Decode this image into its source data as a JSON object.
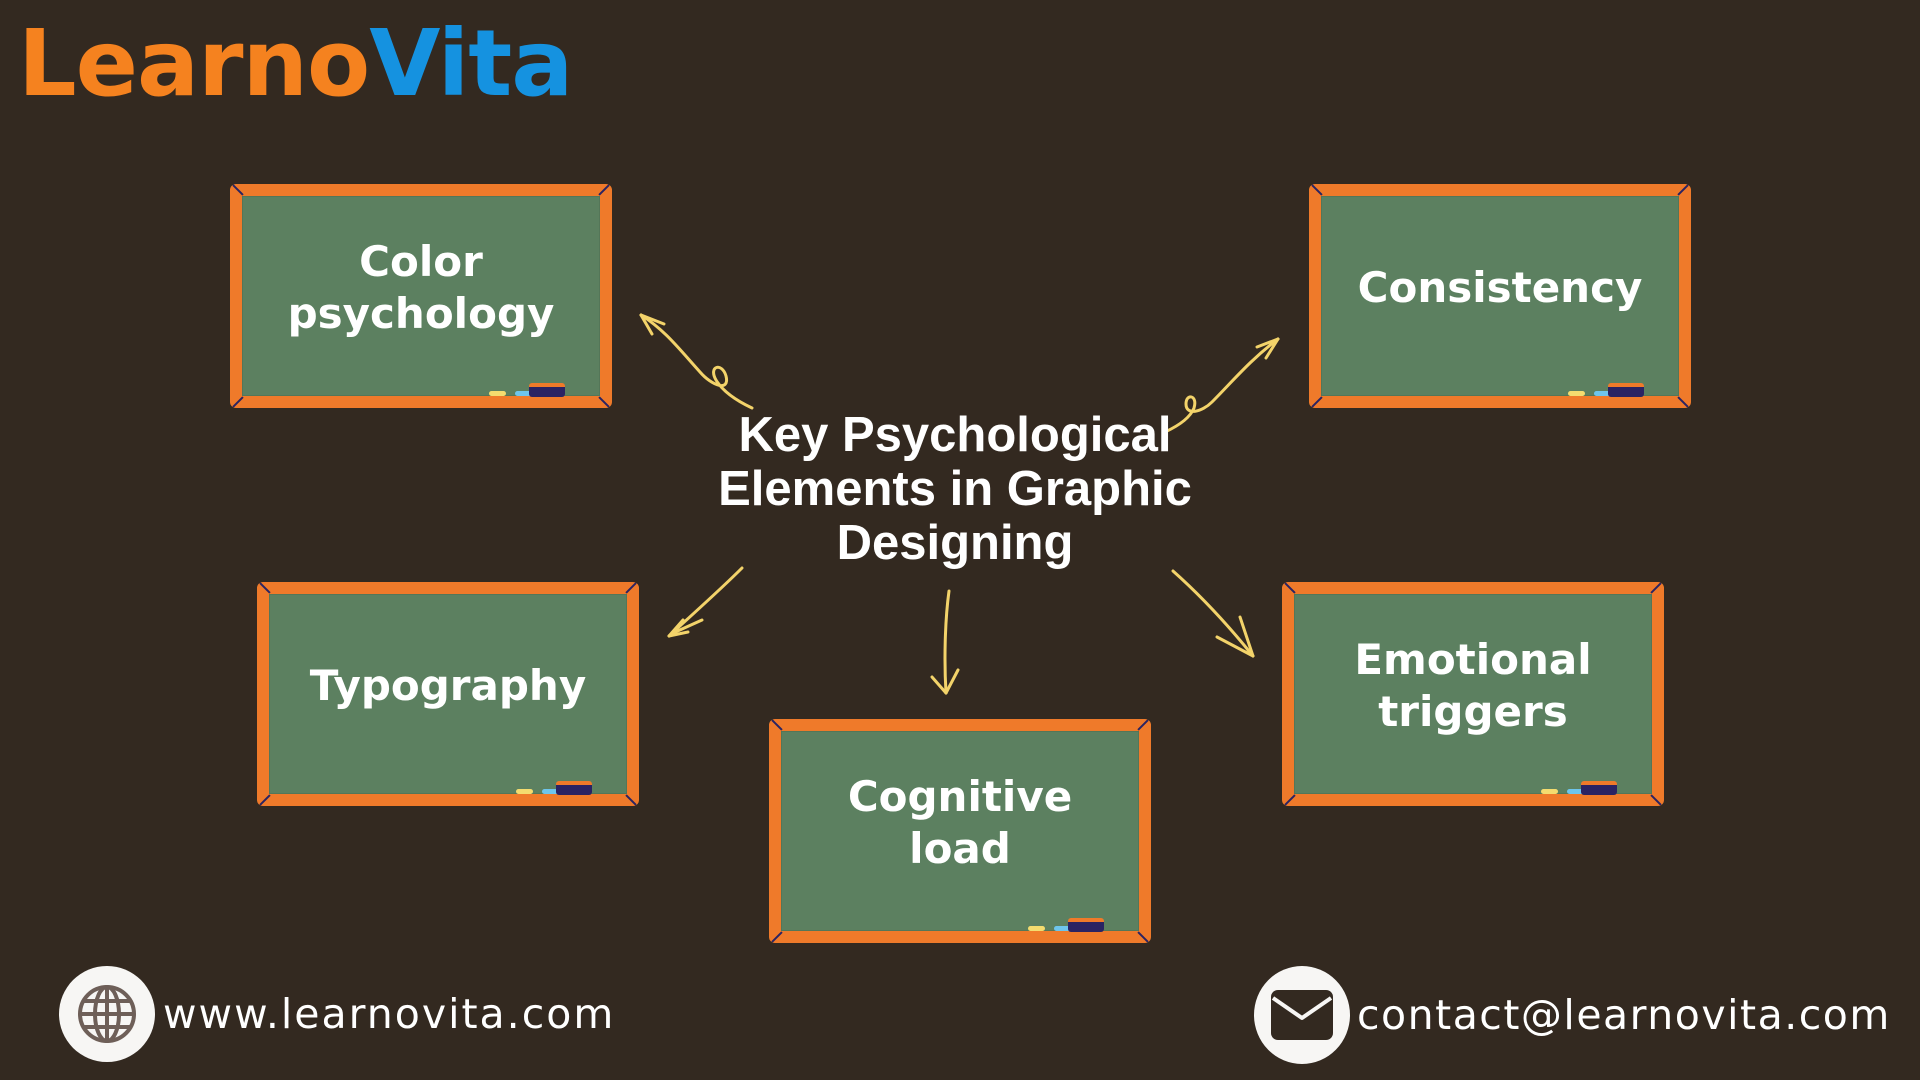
{
  "brand": {
    "logo_part1": "Learno",
    "logo_part2": "Vita",
    "colors": {
      "orange": "#f5821f",
      "blue": "#1592e0",
      "background": "#332920",
      "board_green": "#5c8060",
      "board_frame": "#ef7a2a",
      "arrow": "#f3d36a"
    }
  },
  "center": {
    "title": "Key Psychological Elements in Graphic Designing"
  },
  "boards": [
    {
      "label": "Color psychology"
    },
    {
      "label": "Consistency"
    },
    {
      "label": "Typography"
    },
    {
      "label": "Cognitive load"
    },
    {
      "label": "Emotional triggers"
    }
  ],
  "footer": {
    "website": "www.learnovita.com",
    "website_icon": "globe-icon",
    "email": "contact@learnovita.com",
    "email_icon": "envelope-icon"
  }
}
